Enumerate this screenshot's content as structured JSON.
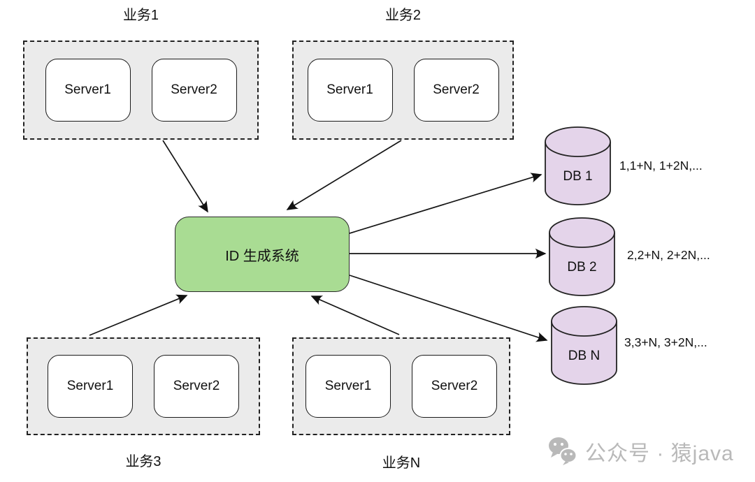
{
  "diagram": {
    "title_implied": "ID generation system sharding diagram",
    "center": {
      "label": "ID 生成系统"
    },
    "groups": [
      {
        "label": "业务1",
        "servers": [
          "Server1",
          "Server2"
        ]
      },
      {
        "label": "业务2",
        "servers": [
          "Server1",
          "Server2"
        ]
      },
      {
        "label": "业务3",
        "servers": [
          "Server1",
          "Server2"
        ]
      },
      {
        "label": "业务N",
        "servers": [
          "Server1",
          "Server2"
        ]
      }
    ],
    "databases": [
      {
        "label": "DB 1",
        "sequence": "1,1+N, 1+2N,..."
      },
      {
        "label": "DB 2",
        "sequence": "2,2+N, 2+2N,..."
      },
      {
        "label": "DB N",
        "sequence": "3,3+N, 3+2N,..."
      }
    ],
    "watermark": {
      "text": "公众号 · 猿java",
      "icon": "wechat-chat-bubbles-icon"
    },
    "colors": {
      "group_fill": "#ebebeb",
      "center_fill": "#a9dc93",
      "db_fill": "#e4d4ea",
      "wm_color": "#b9b9b9"
    }
  }
}
